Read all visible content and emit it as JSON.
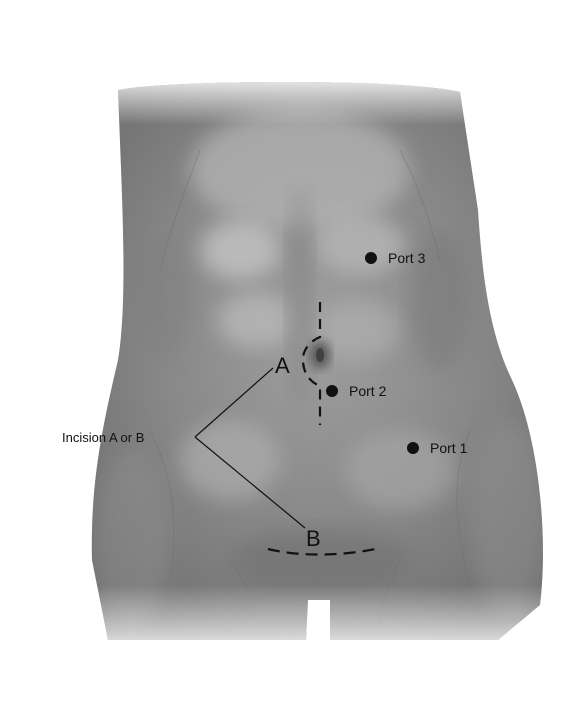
{
  "diagram": {
    "ports": [
      {
        "label": "Port 3"
      },
      {
        "label": "Port 2"
      },
      {
        "label": "Port 1"
      }
    ],
    "incisions": {
      "a_label": "A",
      "b_label": "B",
      "caption": "Incision A or B"
    },
    "colors": {
      "skin_dark": "#6e6e6e",
      "skin_mid": "#9a9a9a",
      "skin_light": "#c4c4c4",
      "marker": "#111111",
      "background": "#ffffff"
    }
  }
}
